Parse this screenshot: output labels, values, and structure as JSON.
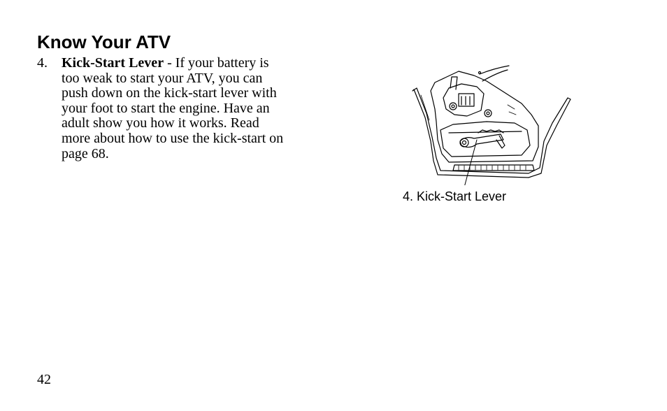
{
  "heading": "Know Your ATV",
  "item": {
    "number": "4.",
    "term": "Kick-Start Lever",
    "line1_rest": " - If your battery is",
    "lines": [
      "too weak to start your ATV, you can",
      "push down on the kick-start lever with",
      "your foot to start the engine. Have an",
      "adult show you how it works. Read",
      "more about how to use the kick-start on",
      "page 68."
    ]
  },
  "figure": {
    "caption": "4. Kick-Start Lever"
  },
  "page_number": "42"
}
